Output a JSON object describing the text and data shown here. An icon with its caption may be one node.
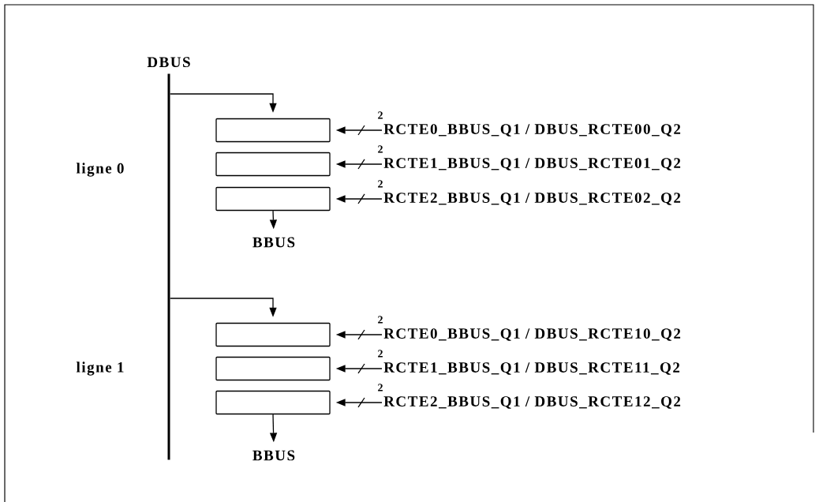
{
  "diagram": {
    "nodes": [
      {
        "text": [
          "DBUS"
        ]
      },
      {
        "text": [],
        "shape": "box"
      },
      {
        "text": [],
        "shape": "box"
      },
      {
        "text": [],
        "shape": "box"
      },
      {
        "text": [
          "RCTE0_BBUS_Q1 / DBUS_RCTE00_Q2"
        ]
      },
      {
        "text": [
          "RCTE1_BBUS_Q1 / DBUS_RCTE01_Q2"
        ]
      },
      {
        "text": [
          "RCTE2_BBUS_Q1 / DBUS_RCTE02_Q2"
        ]
      },
      {
        "text": [
          "BBUS"
        ]
      },
      {
        "text": [],
        "shape": "box"
      },
      {
        "text": [],
        "shape": "box"
      },
      {
        "text": [],
        "shape": "box"
      },
      {
        "text": [
          "RCTE0_BBUS_Q1 / DBUS_RCTE10_Q2"
        ]
      },
      {
        "text": [
          "RCTE1_BBUS_Q1 / DBUS_RCTE11_Q2"
        ]
      },
      {
        "text": [
          "RCTE2_BBUS_Q1 / DBUS_RCTE12_Q2"
        ]
      },
      {
        "text": [
          "BBUS"
        ]
      }
    ],
    "edges": [
      {
        "from": 0,
        "to": 1,
        "arrow": "to"
      },
      {
        "from": 4,
        "to": 1,
        "arrow": "to",
        "label": "2"
      },
      {
        "from": 5,
        "to": 2,
        "arrow": "to",
        "label": "2"
      },
      {
        "from": 6,
        "to": 3,
        "arrow": "to",
        "label": "2"
      },
      {
        "from": 3,
        "to": 7,
        "arrow": "to"
      },
      {
        "from": 0,
        "to": 8,
        "arrow": "to"
      },
      {
        "from": 11,
        "to": 8,
        "arrow": "to",
        "label": "2"
      },
      {
        "from": 12,
        "to": 9,
        "arrow": "to",
        "label": "2"
      },
      {
        "from": 13,
        "to": 10,
        "arrow": "to",
        "label": "2"
      },
      {
        "from": 10,
        "to": 14,
        "arrow": "to"
      }
    ],
    "labels": [
      "ligne 0",
      "ligne 1"
    ]
  }
}
